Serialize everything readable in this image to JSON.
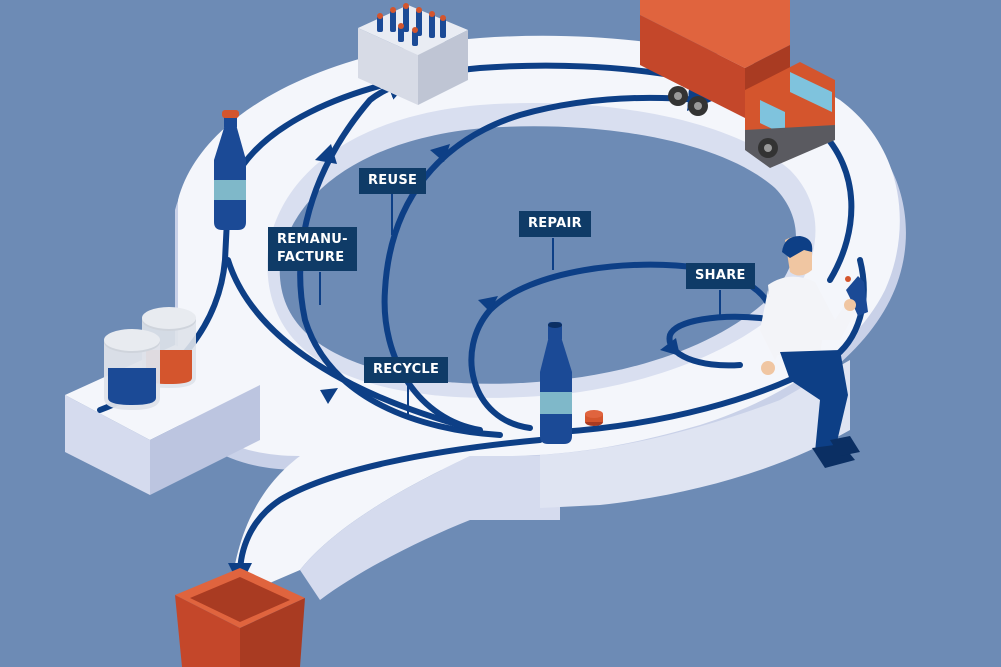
{
  "diagram": {
    "labels": {
      "reuse": "REUSE",
      "remanufacture": "REMANU-\nFACTURE",
      "repair": "REPAIR",
      "share": "SHARE",
      "recycle": "RECYCLE"
    }
  },
  "colors": {
    "background": "#6d8bb5",
    "path": "#0d3f86",
    "label_bg": "#0f3b67",
    "track_top": "#f5f7fc",
    "track_side": "#c7cfe6",
    "accent_orange": "#d4552d"
  },
  "icons": [
    "bottle-crate-icon",
    "delivery-truck-icon",
    "glass-bottle-icon",
    "jars-icon",
    "person-drinking-icon",
    "waste-bin-icon",
    "bottle-cap-icon"
  ]
}
